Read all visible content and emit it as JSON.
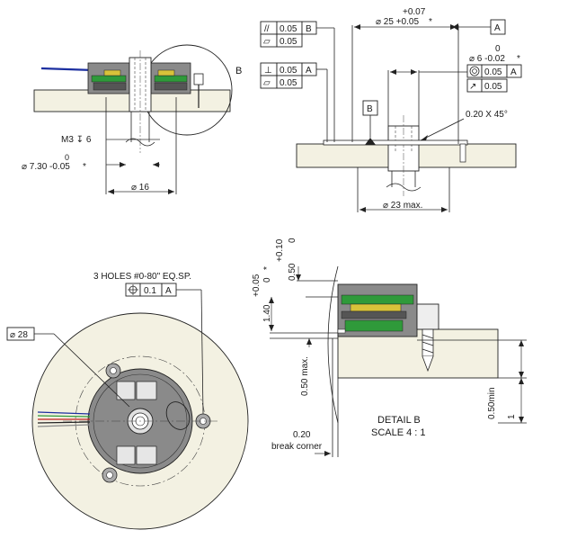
{
  "colors": {
    "plate": "#f3f1e2",
    "green_pcb": "#2f9a3a",
    "yellow_magnet": "#d8c23a",
    "dark_gray": "#555555",
    "housing_gray": "#8a8a8a",
    "cable_blue": "#1c2fa0",
    "white": "#ffffff"
  },
  "top_left_view": {
    "detail_label": "B",
    "thread_note": "M3 ↧ 6",
    "bore_diameter_main": "⌀ 7.30 -0.05",
    "bore_tol_upper": "0",
    "bore_star": "*",
    "housing_diameter": "⌀ 16"
  },
  "top_right_view": {
    "fcf_parallel": {
      "symbol": "//",
      "tolerance": "0.05",
      "datum": "B"
    },
    "fcf_flatness_1": {
      "symbol": "▱",
      "tolerance": "0.05"
    },
    "fcf_perpendicular": {
      "symbol": "⊥",
      "tolerance": "0.05",
      "datum": "A"
    },
    "fcf_flatness_2": {
      "symbol": "▱",
      "tolerance": "0.05"
    },
    "dia25_upper": "+0.07",
    "dia25_main": "⌀ 25 +0.05",
    "dia25_star": "*",
    "datum_A": "A",
    "datum_B": "B",
    "dia6_upper": "0",
    "dia6_main": "⌀ 6 -0.02",
    "dia6_star": "*",
    "fcf_concentric": {
      "symbol": "◎",
      "tolerance": "0.05",
      "datum": "A"
    },
    "fcf_runout": {
      "symbol": "↗",
      "tolerance": "0.05"
    },
    "chamfer": "0.20 X 45°",
    "dia23": "⌀ 23 max."
  },
  "bottom_left_view": {
    "holes_note": "3 HOLES #0-80\" EQ.SP.",
    "fcf_position": {
      "symbol": "⌖",
      "tolerance": "0.1",
      "datum": "A"
    },
    "dia28": "⌀ 28"
  },
  "detail_b_view": {
    "dim_010_main": "+0.10",
    "dim_010_zero": "0",
    "dim_050": "0.50",
    "dim_005_main": "+0.05",
    "dim_005_zero": "0",
    "dim_005_star": "*",
    "dim_140": "1.40",
    "dim_050_max": "0.50 max.",
    "dim_050_min": "0.50min",
    "dim_1": "1",
    "break_value": "0.20",
    "break_label": "break corner",
    "title": "DETAIL B",
    "scale": "SCALE 4 : 1"
  }
}
